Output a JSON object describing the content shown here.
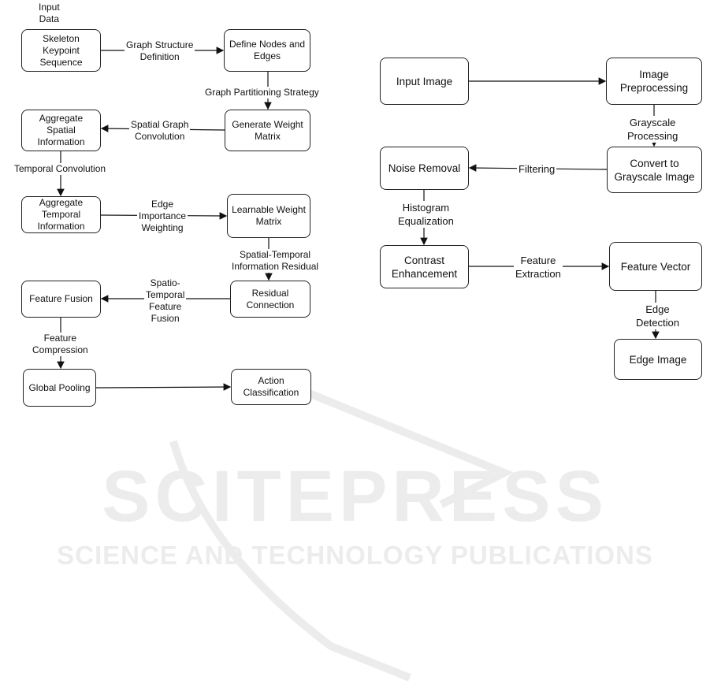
{
  "left_flow": {
    "header": "Input\nData",
    "nodes": {
      "skeleton": "Skeleton Keypoint Sequence",
      "define": "Define Nodes and Edges",
      "generate": "Generate Weight Matrix",
      "agg_spatial": "Aggregate Spatial Information",
      "agg_temporal": "Aggregate Temporal Information",
      "learnable": "Learnable Weight Matrix",
      "residual": "Residual Connection",
      "fusion": "Feature Fusion",
      "pooling": "Global Pooling",
      "action": "Action Classification"
    },
    "edges": {
      "graph_structure": "Graph Structure\nDefinition",
      "partitioning": "Graph Partitioning Strategy",
      "spatial_conv": "Spatial Graph\nConvolution",
      "temporal_conv": "Temporal Convolution",
      "edge_importance": "Edge\nImportance\nWeighting",
      "st_residual": "Spatial-Temporal\nInformation Residual",
      "st_fusion": "Spatio-\nTemporal\nFeature\nFusion",
      "compression": "Feature\nCompression"
    }
  },
  "right_flow": {
    "nodes": {
      "input": "Input Image",
      "preprocess": "Image\nPreprocessing",
      "grayscale": "Convert to\nGrayscale Image",
      "noise": "Noise Removal",
      "contrast": "Contrast\nEnhancement",
      "feature": "Feature Vector",
      "edge": "Edge Image"
    },
    "edges": {
      "gray_proc": "Grayscale\nProcessing",
      "filtering": "Filtering",
      "histogram": "Histogram\nEqualization",
      "extraction": "Feature\nExtraction",
      "edge_det": "Edge\nDetection"
    }
  },
  "watermark": {
    "title": "SCITEPRESS",
    "subtitle": "SCIENCE AND TECHNOLOGY PUBLICATIONS"
  }
}
